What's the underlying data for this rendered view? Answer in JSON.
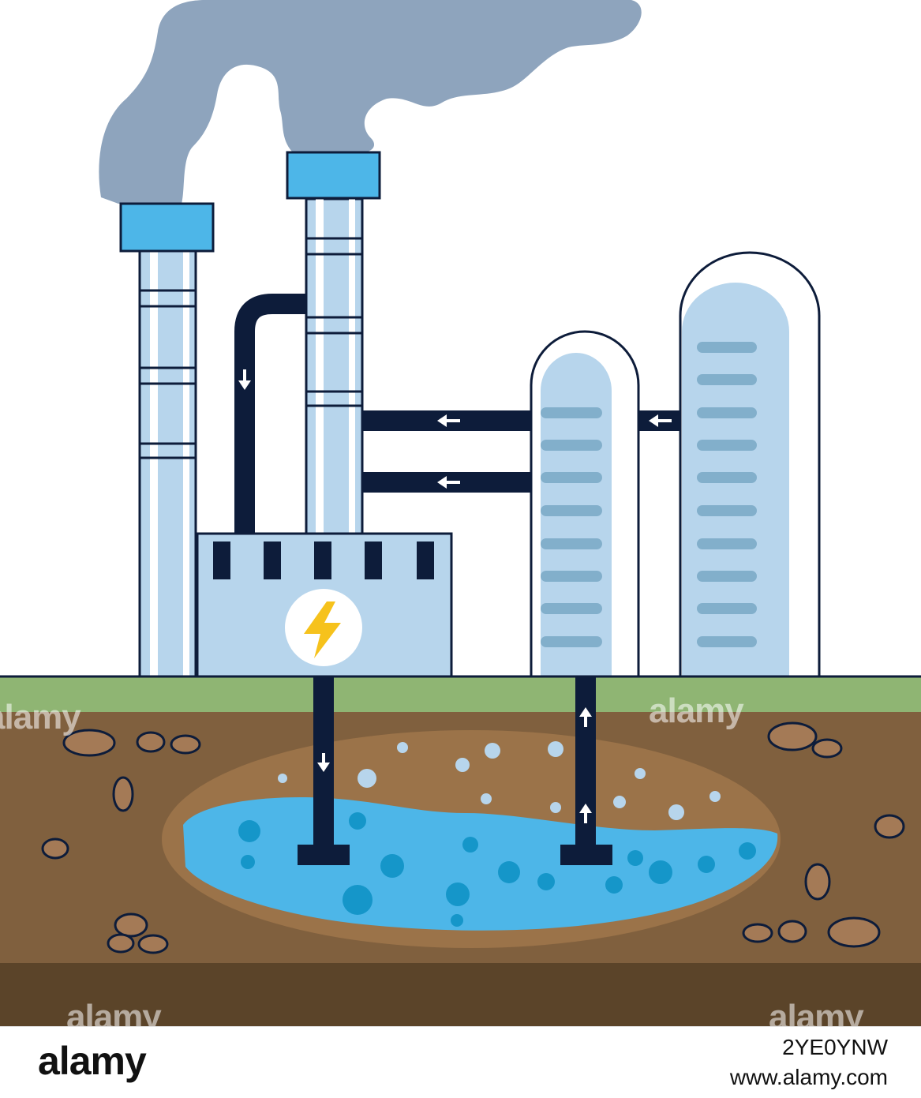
{
  "watermark": {
    "text": "alamy"
  },
  "footer": {
    "brand": "alamy",
    "image_id": "2YE0YNW",
    "site": "www.alamy.com"
  },
  "icons": {
    "power": "lightning-bolt-icon",
    "flow_arrow": "arrow-icon"
  },
  "colors": {
    "smoke": "#8EA4BD",
    "stack_body": "#B7D5EC",
    "stack_cap": "#4DB6E8",
    "pipe": "#0D1C3A",
    "tank_inner": "#B7D5EC",
    "tank_rib": "#82AFCB",
    "grass": "#8FB573",
    "soil": "#80603E",
    "deep_soil": "#5B4429",
    "reservoir_rim": "#9B7349",
    "water": "#4DB6E8",
    "bubble_dark": "#1596C9",
    "bubble_light": "#B7D5EC",
    "rock": "#A47A56",
    "bolt": "#F6C21C"
  }
}
